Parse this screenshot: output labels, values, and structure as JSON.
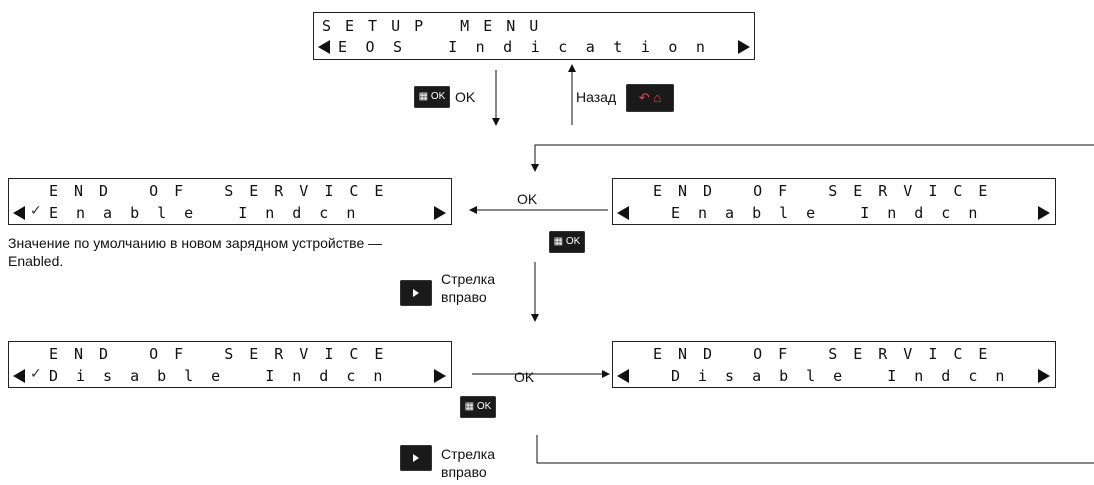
{
  "setup_screen": {
    "line1": "SETUP MENU",
    "line2": "EOS Indication"
  },
  "enable_checked": {
    "line1": "END OF SERVICE",
    "line2": "Enable Indcn",
    "check": "✓"
  },
  "enable_unchecked": {
    "line1": "END OF SERVICE",
    "line2": "Enable Indcn"
  },
  "disable_checked": {
    "line1": "END OF SERVICE",
    "line2": "Disable Indcn",
    "check": "✓"
  },
  "disable_unchecked": {
    "line1": "END OF SERVICE",
    "line2": "Disable Indcn"
  },
  "buttons": {
    "ok_key_label": "▦ OK",
    "back_key_label": "↶ ⌂"
  },
  "labels": {
    "ok": "OK",
    "back": "Назад",
    "right_arrow_line1": "Стрелка",
    "right_arrow_line2": "вправо",
    "default_note": "Значение по умолчанию в новом зарядном устройстве — Enabled."
  },
  "colors": {
    "ok_key_bg": "#1a1a1a",
    "back_icon": "#e34b5c",
    "line": "#111111"
  }
}
